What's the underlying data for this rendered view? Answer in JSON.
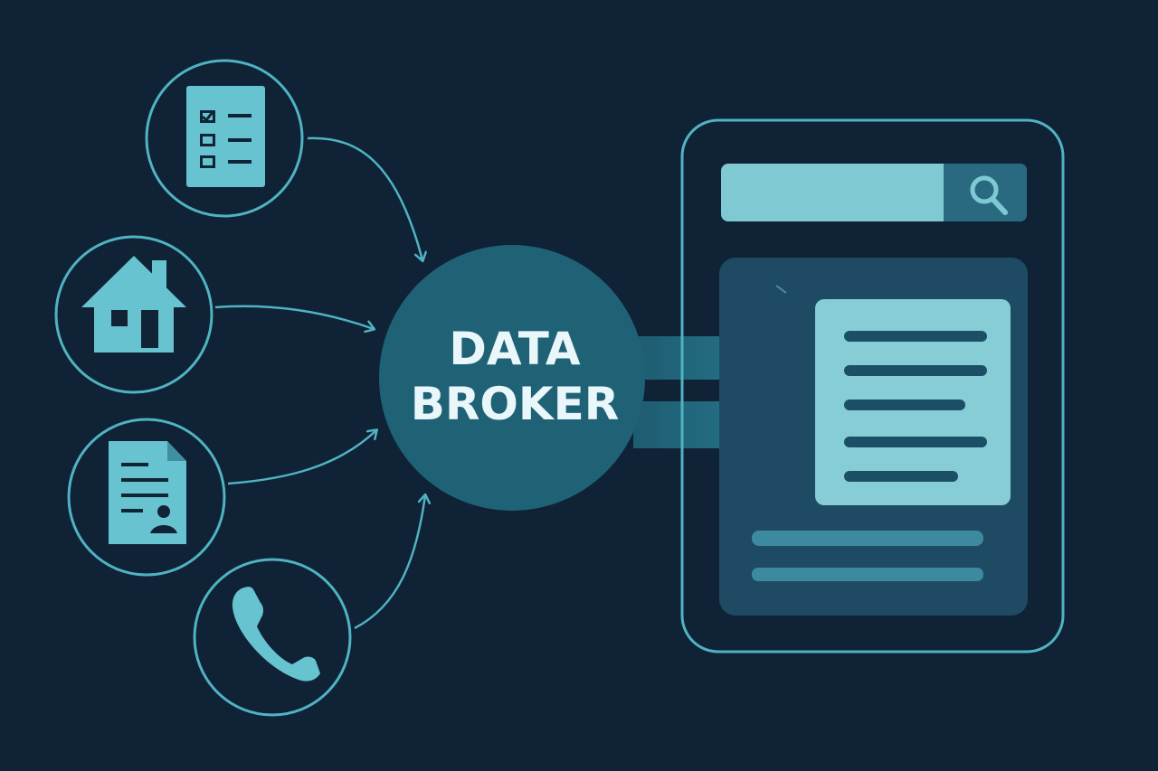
{
  "broker": {
    "line1": "DATA",
    "line2": "BROKER"
  },
  "sources": [
    {
      "icon": "checklist-icon",
      "name": "survey-form"
    },
    {
      "icon": "house-icon",
      "name": "home-address"
    },
    {
      "icon": "document-icon",
      "name": "personal-record"
    },
    {
      "icon": "phone-icon",
      "name": "phone-number"
    }
  ],
  "colors": {
    "background": "#0f2236",
    "accent": "#5cc4d0",
    "icon_fill": "#66c3cf",
    "ring": "#4fb3c1",
    "broker_circle": "#1f6276",
    "panel": "#1e4b63",
    "card": "#86cdd6",
    "line_dark": "#1a4f66"
  }
}
